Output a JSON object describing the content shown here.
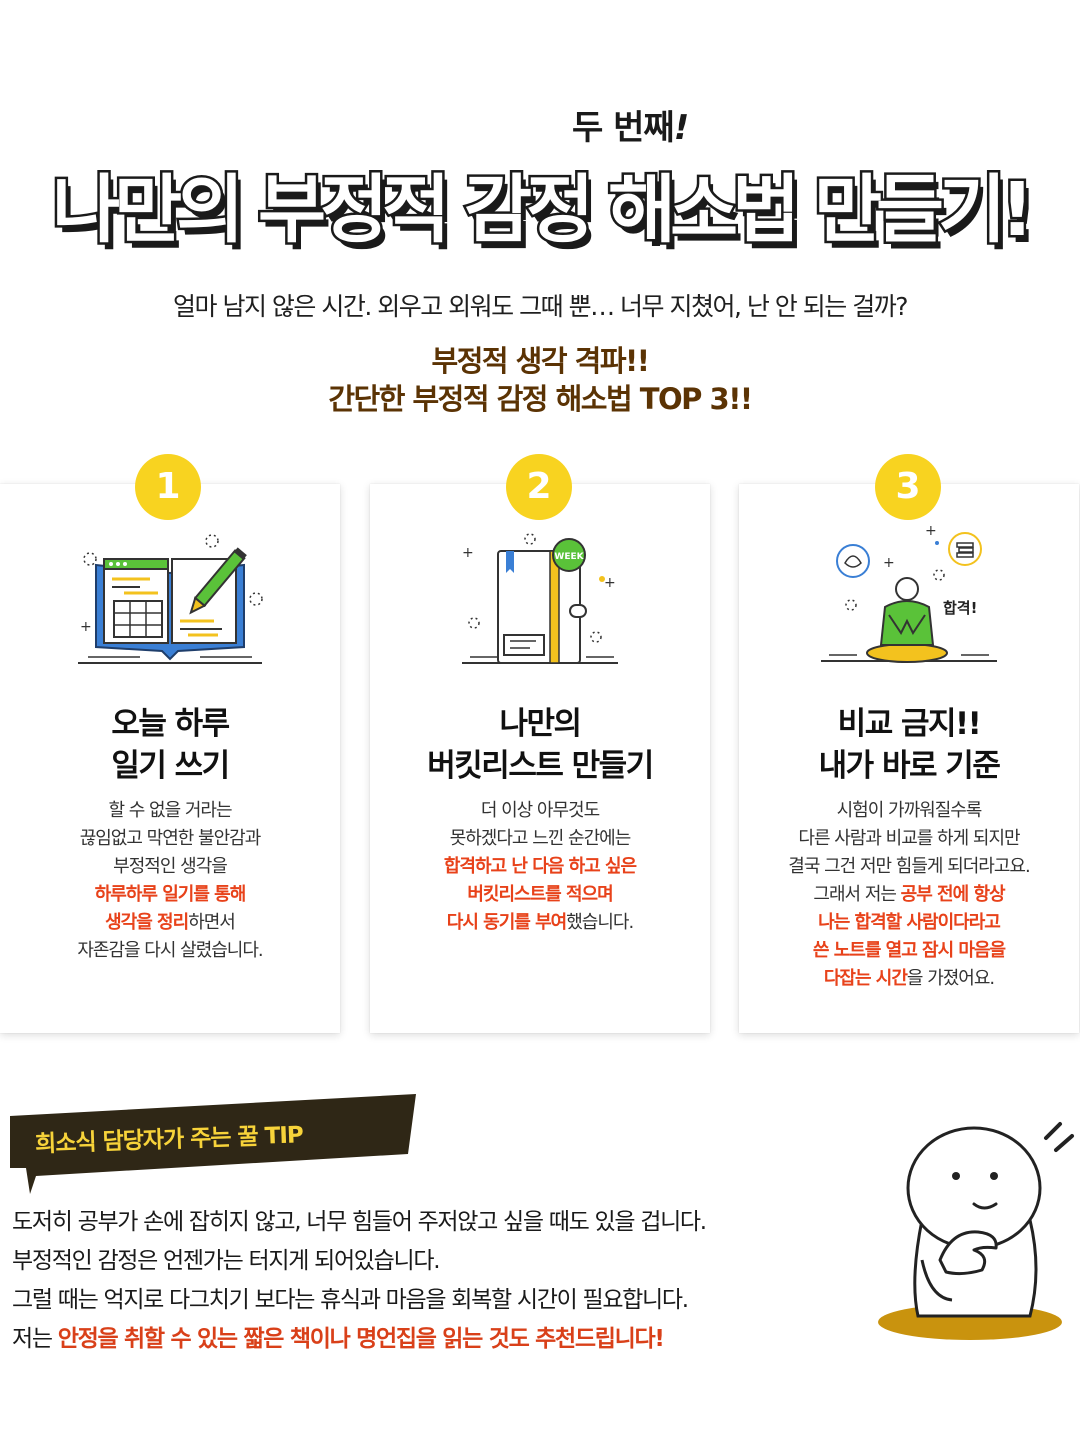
{
  "header": {
    "kicker": "두 번째",
    "kicker_mark": "!",
    "headline": "나만의 부정적 감정 해소법 만들기!",
    "intro": "얼마 남지 않은 시간. 외우고 외워도 그때 뿐… 너무 지쳤어, 난 안 되는 걸까?",
    "sub1": "부정적 생각 격파!!",
    "sub2": "간단한 부정적 감정 해소법 TOP 3!!"
  },
  "cards": [
    {
      "number": "1",
      "icon": "open-book-pen-icon",
      "title_line1": "오늘 하루",
      "title_line2": "일기 쓰기",
      "body": [
        {
          "t": "할 수 없을 거라는",
          "hl": ""
        },
        {
          "t": "끊임없고 막연한 불안감과",
          "hl": ""
        },
        {
          "t": "부정적인 생각을",
          "hl": ""
        },
        {
          "t": "",
          "hl": "하루하루 일기를 통해"
        },
        {
          "t": "하면서",
          "hl": "생각을 정리"
        },
        {
          "t": "자존감을 다시 살렸습니다.",
          "hl": ""
        }
      ]
    },
    {
      "number": "2",
      "icon": "planner-notebook-icon",
      "tag": "WEEK",
      "title_line1": "나만의",
      "title_line2": "버킷리스트 만들기",
      "body": [
        {
          "t": "더 이상 아무것도",
          "hl": ""
        },
        {
          "t": "못하겠다고 느낀 순간에는",
          "hl": ""
        },
        {
          "t": "",
          "hl": "합격하고 난 다음 하고 싶은"
        },
        {
          "t": "",
          "hl": "버킷리스트를 적으며"
        },
        {
          "t": "했습니다.",
          "hl": "다시 동기를 부여"
        }
      ]
    },
    {
      "number": "3",
      "icon": "meditation-person-icon",
      "tag": "합격!",
      "title_line1": "비교 금지!!",
      "title_line2": "내가 바로 기준",
      "body": [
        {
          "t": "시험이 가까워질수록",
          "hl": ""
        },
        {
          "t": "다른 사람과 비교를 하게 되지만",
          "hl": ""
        },
        {
          "t": "결국 그건 저만 힘들게 되더라고요.",
          "hl": ""
        },
        {
          "t": "그래서 저는 ",
          "hl": "공부 전에 항상"
        },
        {
          "t": "",
          "hl": "나는 합격할 사람이다라고"
        },
        {
          "t": "",
          "hl": "쓴 노트를 열고 잠시 마음을"
        },
        {
          "t": "을 가졌어요.",
          "hl": "다잡는 시간"
        }
      ]
    }
  ],
  "tip": {
    "label": "희소식 담당자가 주는 꿀 TIP",
    "line1": "도저히 공부가 손에 잡히지 않고, 너무 힘들어 주저앉고 싶을 때도 있을 겁니다.",
    "line2": "부정적인 감정은 언젠가는 터지게 되어있습니다.",
    "line3": "그럴 때는 억지로 다그치기 보다는 휴식과 마음을 회복할 시간이 필요합니다.",
    "line4_prefix": "저는 ",
    "line4_highlight": "안정을 취할 수 있는 짧은 책이나 명언집을 읽는 것도 추천드립니다!"
  },
  "colors": {
    "badge_yellow": "#f8d320",
    "highlight_red": "#e8421a",
    "subtitle_brown": "#5b3304",
    "tip_flag_dark": "#2f2716",
    "tip_label_yellow": "#f7d33a",
    "illus_blue": "#3a7fd5",
    "illus_green": "#5ac239"
  }
}
